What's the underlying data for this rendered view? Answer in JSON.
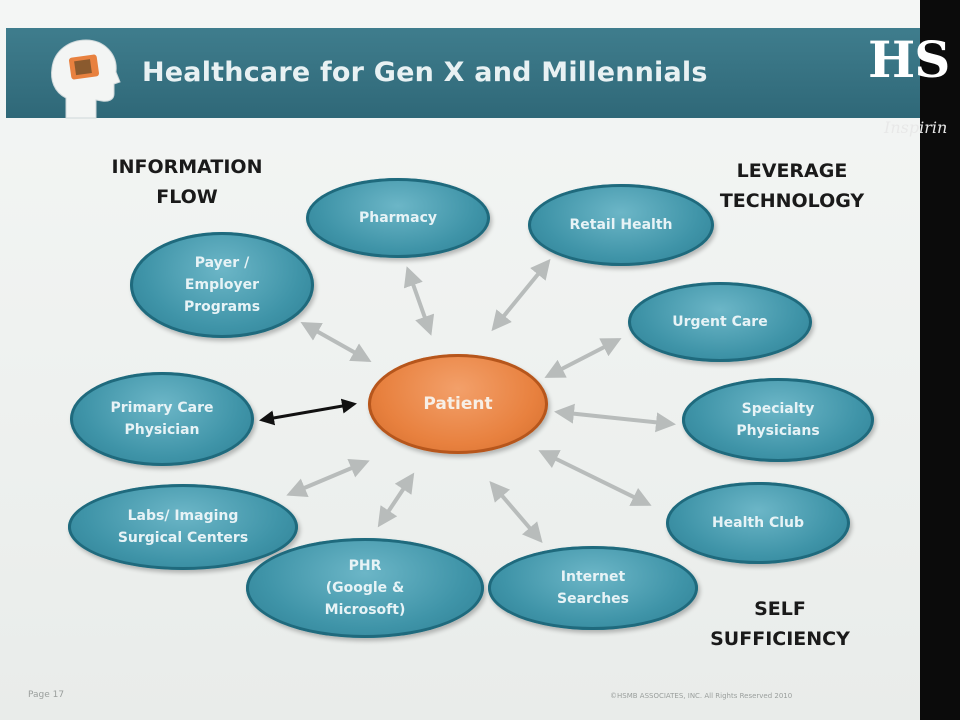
{
  "slide": {
    "title": "Healthcare for Gen X and Millennials",
    "corner_labels": {
      "top_left": "INFORMATION\nFLOW",
      "top_right": "LEVERAGE\nTECHNOLOGY",
      "bottom_right": "SELF\nSUFFICIENCY"
    },
    "center_node": "Patient",
    "nodes": {
      "pharmacy": "Pharmacy",
      "retail_health": "Retail Health",
      "payer_employer": "Payer /\nEmployer\nPrograms",
      "urgent_care": "Urgent Care",
      "primary_care": "Primary Care\nPhysician",
      "specialty": "Specialty\nPhysicians",
      "labs": "Labs/ Imaging\nSurgical Centers",
      "health_club": "Health Club",
      "phr": "PHR\n(Google &\nMicrosoft)",
      "internet": "Internet\nSearches"
    },
    "footer_left": "Page 17",
    "footer_right": "©HSMB ASSOCIATES, INC. All Rights Reserved 2010"
  },
  "logo": {
    "text": "HS",
    "tagline": "Inspirin"
  },
  "colors": {
    "title_bar": "#36707f",
    "node_fill": "#3f94a8",
    "center_fill": "#e8813f",
    "arrow": "#b8bcbb",
    "primary_arrow": "#111111"
  }
}
